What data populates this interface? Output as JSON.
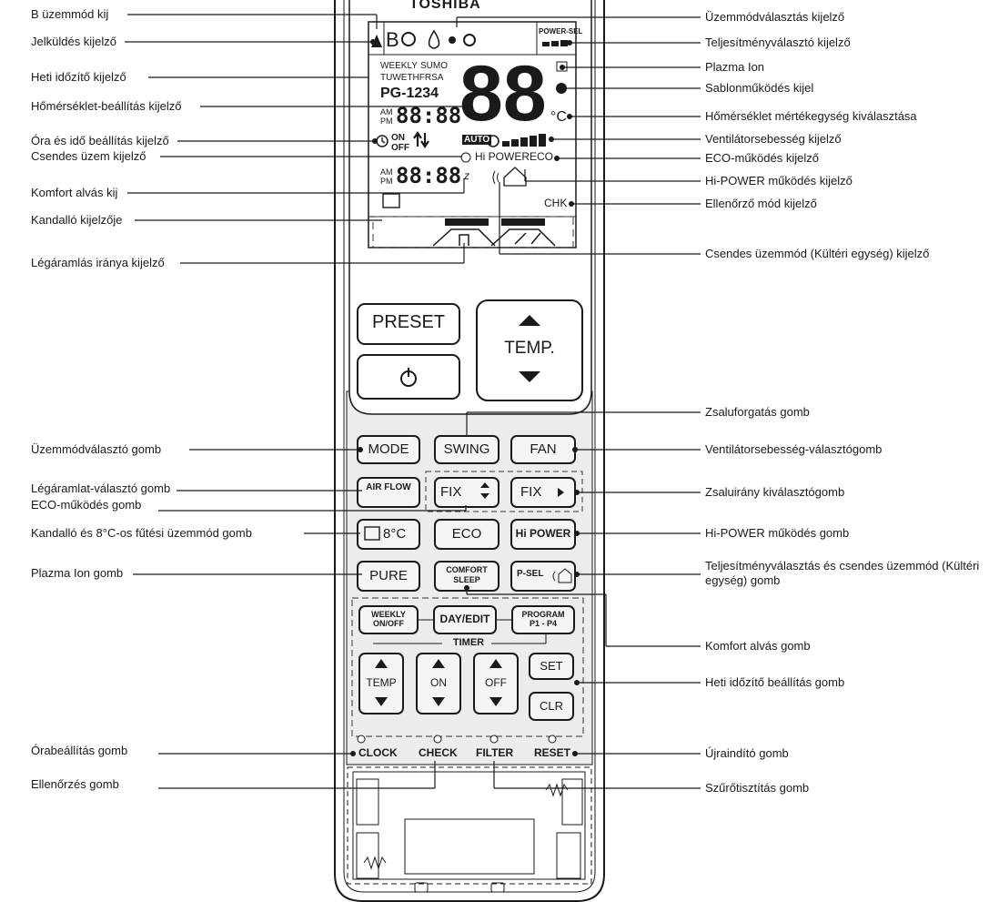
{
  "brand": "TOSHIBA",
  "display": {
    "b_mode": "B",
    "auto_mode": "A",
    "power_sel": "POWER-SEL",
    "weekly": "WEEKLY",
    "sumo": "SUMO",
    "days": "TUWETHFRSA",
    "program": "PG-1234",
    "am": "AM",
    "pm": "PM",
    "time_digits": "88:88",
    "big_digits": "88",
    "celsius": "°C",
    "on": "ON",
    "off": "OFF",
    "auto_badge": "AUTO",
    "hi_power": "Hi POWER",
    "eco": "ECO",
    "chk": "CHK",
    "zzz": "z"
  },
  "buttons": {
    "preset": "PRESET",
    "temp": "TEMP.",
    "mode": "MODE",
    "swing": "SWING",
    "fan": "FAN",
    "air_flow": "AIR FLOW",
    "fix_updown": "FIX",
    "fix_leftright": "FIX",
    "eight_c": "8°C",
    "eco": "ECO",
    "hi_power": "Hi POWER",
    "pure": "PURE",
    "comfort": "COMFORT",
    "sleep": "SLEEP",
    "psel": "P-SEL",
    "weekly": "WEEKLY",
    "on_off": "ON/OFF",
    "day_edit": "DAY/EDIT",
    "program": "PROGRAM",
    "p1p4": "P1 - P4",
    "timer": "TIMER",
    "timer_temp": "TEMP",
    "timer_on": "ON",
    "timer_off": "OFF",
    "set": "SET",
    "clr": "CLR",
    "clock": "CLOCK",
    "check": "CHECK",
    "filter": "FILTER",
    "reset": "RESET"
  },
  "labels_left": [
    "B üzemmód kij",
    "Jelküldés kijelző",
    "Heti időzítő kijelző",
    "Hőmérséklet-beállítás kijelző",
    "Óra és idő beállítás kijelző",
    "Csendes üzem kijelző",
    "Komfort alvás kij",
    "Kandalló kijelzője",
    "Légáramlás iránya kijelző",
    "Üzemmódválasztó gomb",
    "Légáramlat-választó gomb",
    "ECO-működés gomb",
    "Kandalló és 8°C-os fűtési üzemmód gomb",
    "Plazma Ion gomb",
    "Órabeállítás gomb",
    "Ellenőrzés gomb"
  ],
  "labels_right": [
    "Üzemmódválasztás kijelző",
    "Teljesítményválasztó kijelző",
    "Plazma Ion",
    "Sablonműködés kijel",
    "Hőmérséklet mértékegység kiválasztása",
    "Ventilátorsebesség kijelző",
    "ECO-működés kijelző",
    "Hi-POWER működés kijelző",
    "Ellenőrző mód kijelző",
    "Csendes üzemmód (Kültéri egység) kijelző",
    "Zsaluforgatás gomb",
    "Ventilátorsebesség-választógomb",
    "Zsaluirány kiválasztógomb",
    "Hi-POWER működés gomb",
    "Teljesítményválasztás és csendes üzemmód (Kültéri egység) gomb",
    "Komfort alvás gomb",
    "Heti időzítő beállítás gomb",
    "Újraindító gomb",
    "Szűrőtisztítás gomb"
  ],
  "colors": {
    "line": "#1a1a1a",
    "remote_fill": "#ffffff",
    "lower_panel": "#ececec",
    "button_fill": "#f4f4f4",
    "dashed": "#333333"
  }
}
